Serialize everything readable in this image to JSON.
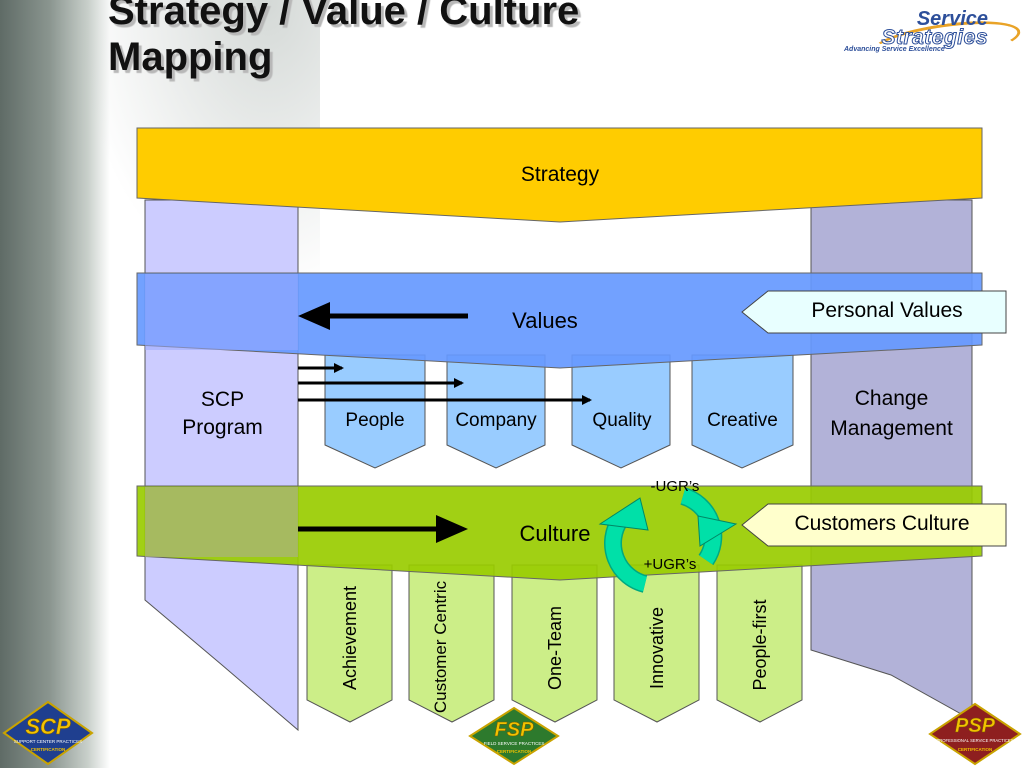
{
  "slide": {
    "title_line1": "Strategy / Value / Culture",
    "title_line2": "Mapping"
  },
  "brand": {
    "line1": "Service",
    "line2": "Strategies",
    "tagline": "Advancing Service Excellence"
  },
  "diagram": {
    "strategy": "Strategy",
    "values": "Values",
    "culture": "Culture",
    "left_column": [
      "SCP",
      "Program"
    ],
    "right_column": [
      "Change",
      "Management"
    ],
    "personal_values": "Personal Values",
    "customers_culture": "Customers Culture",
    "value_items": [
      "People",
      "Company",
      "Quality",
      "Creative"
    ],
    "culture_items": [
      "Achievement",
      "Customer Centric",
      "One-Team",
      "Innovative",
      "People-first"
    ],
    "ugr_minus": "-UGR’s",
    "ugr_plus": "+UGR’s"
  },
  "colors": {
    "strategy": "#ffcc00",
    "values": "#6699ff",
    "culture": "#99cc00",
    "left_column": "#ccccff",
    "right_column": "#b2b2d8",
    "value_tabs": "#99ccff",
    "culture_tabs": "#ccee88",
    "cycle": "#00e0a8"
  },
  "badges": {
    "scp": {
      "code": "SCP",
      "line": "SUPPORT CENTER PRACTICES",
      "cert": "CERTIFICATION"
    },
    "fsp": {
      "code": "FSP",
      "line": "FIELD SERVICE PRACTICES",
      "cert": "CERTIFICATION"
    },
    "psp": {
      "code": "PSP",
      "line": "PROFESSIONAL SERVICE PRACTICES",
      "cert": "CERTIFICATION"
    }
  }
}
